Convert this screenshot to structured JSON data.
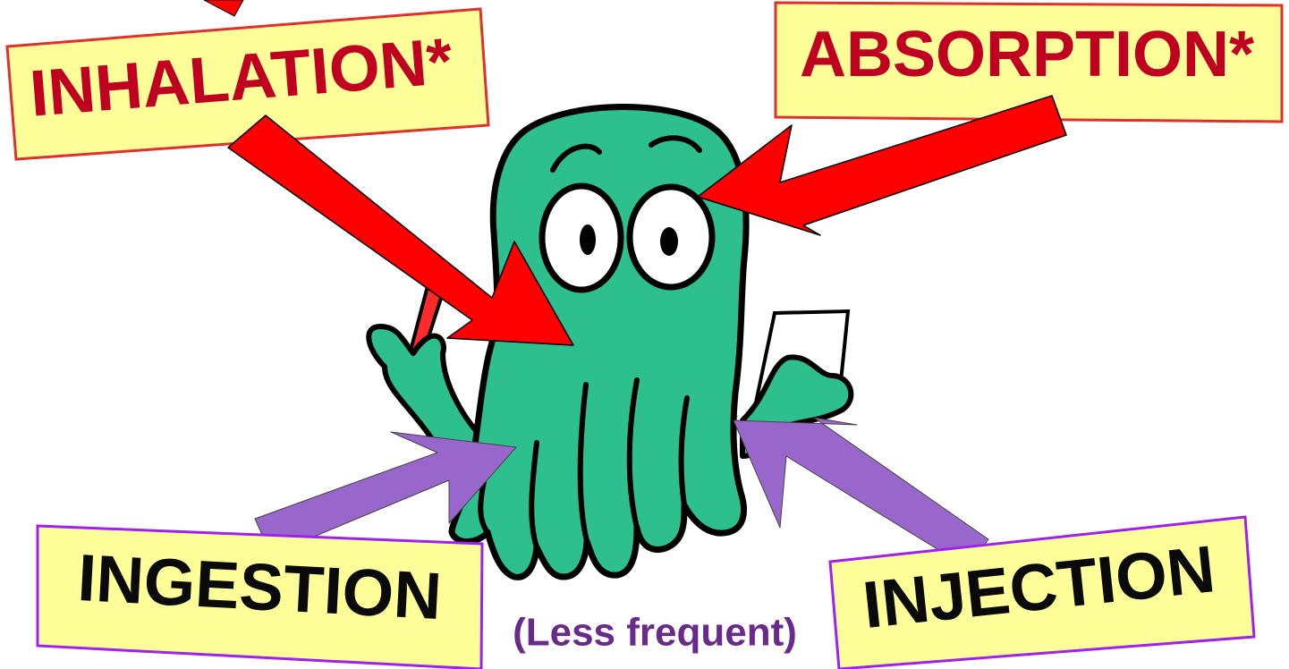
{
  "labels": {
    "inhalation": "INHALATION*",
    "absorption": "ABSORPTION*",
    "ingestion": "INGESTION",
    "injection": "INJECTION",
    "less_frequent": "(Less frequent)"
  },
  "colors": {
    "label_fill": "#ffff99",
    "primary_route": "#ff0000",
    "primary_text": "#c00020",
    "secondary_route": "#9966cc",
    "secondary_text": "#0a0a0a",
    "note_text": "#6a2a8a",
    "octopus_body": "#2dc08e",
    "outline": "#000000"
  }
}
